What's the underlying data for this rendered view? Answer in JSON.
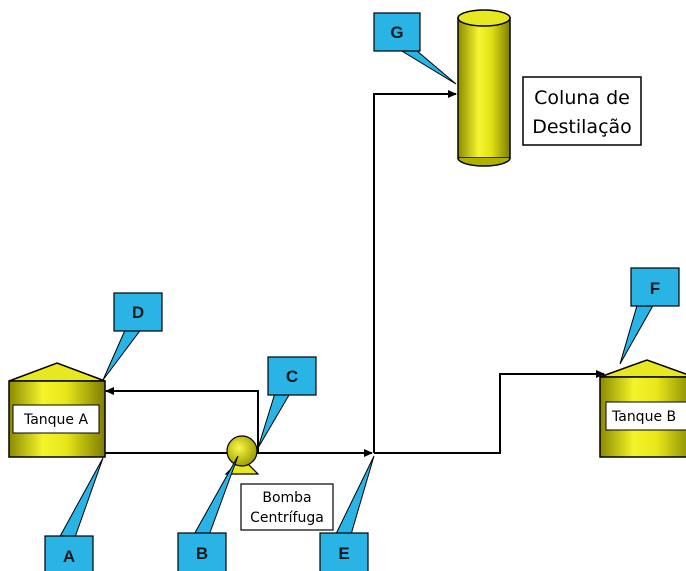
{
  "tanks": {
    "tank_a_label": "Tanque A",
    "tank_b_label": "Tanque B"
  },
  "pump": {
    "label_line1": "Bomba",
    "label_line2": "Centrífuga"
  },
  "column": {
    "label_line1": "Coluna de",
    "label_line2": "Destilação"
  },
  "callouts": {
    "a": "A",
    "b": "B",
    "c": "C",
    "d": "D",
    "e": "E",
    "f": "F",
    "g": "G"
  },
  "colors": {
    "callout_fill": "#2ab4e6",
    "equipment_yellow": "#e6e619",
    "equipment_dark": "#8a8a00",
    "line": "#000000"
  }
}
